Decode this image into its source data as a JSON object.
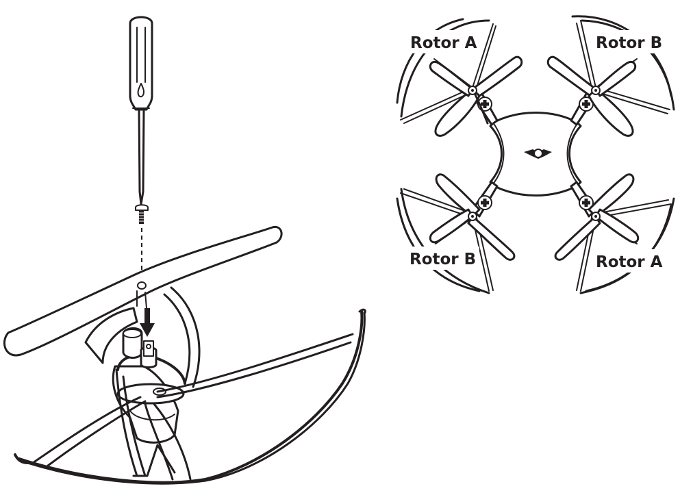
{
  "rotor_labels": {
    "top_left": "Rotor A",
    "top_right": "Rotor B",
    "bottom_left": "Rotor B",
    "bottom_right": "Rotor A"
  },
  "colors": {
    "ink": "#231f20",
    "background": "#ffffff"
  },
  "icons": {
    "tool": "screwdriver-icon",
    "fastener": "screw-icon",
    "direction": "down-arrow-icon"
  }
}
